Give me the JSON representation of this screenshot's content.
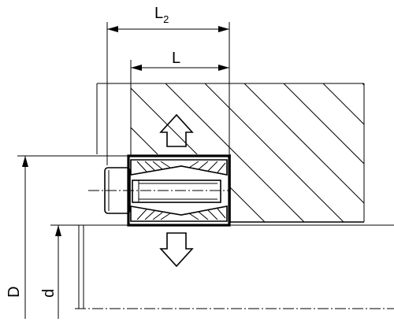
{
  "dimensions": {
    "outer_length": {
      "symbol": "L",
      "subscript": "2"
    },
    "inner_length": {
      "symbol": "L"
    },
    "outer_diameter": {
      "symbol": "D"
    },
    "inner_diameter": {
      "symbol": "d"
    }
  }
}
